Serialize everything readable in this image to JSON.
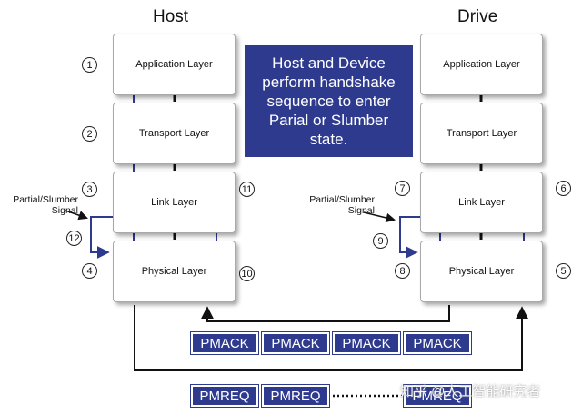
{
  "titles": {
    "host": "Host",
    "drive": "Drive"
  },
  "host_layers": [
    "Application Layer",
    "Transport Layer",
    "Link Layer",
    "Physical Layer"
  ],
  "drive_layers": [
    "Application Layer",
    "Transport Layer",
    "Link Layer",
    "Physical Layer"
  ],
  "callout": "Host and Device perform handshake sequence to enter Parial or Slumber state.",
  "signal_label": "Partial/Slumber Signal",
  "step_numbers": {
    "s1": "1",
    "s2": "2",
    "s3": "3",
    "s4": "4",
    "s5": "5",
    "s6": "6",
    "s7": "7",
    "s8": "8",
    "s9": "9",
    "s10": "10",
    "s11": "11",
    "s12": "12"
  },
  "pmack": [
    "PMACK",
    "PMACK",
    "PMACK",
    "PMACK"
  ],
  "pmreq": [
    "PMREQ",
    "PMREQ",
    "PMREQ"
  ],
  "watermark": "知乎 @人工智能研究者",
  "colors": {
    "accent": "#2e3a8e",
    "line": "#111111"
  }
}
